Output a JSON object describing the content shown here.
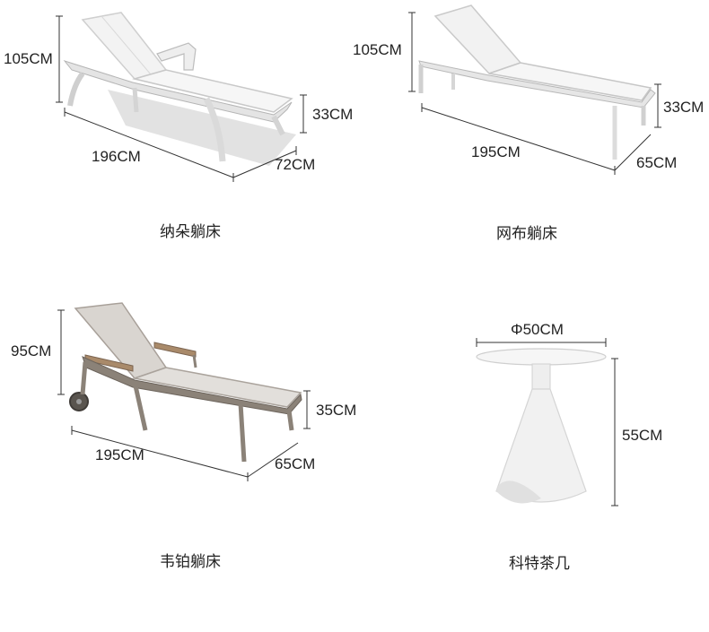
{
  "products": [
    {
      "name": "纳朵躺床",
      "dims": {
        "height": "105CM",
        "length": "196CM",
        "width": "72CM",
        "seat": "33CM"
      }
    },
    {
      "name": "网布躺床",
      "dims": {
        "height": "105CM",
        "length": "195CM",
        "width": "65CM",
        "seat": "33CM"
      }
    },
    {
      "name": "韦铂躺床",
      "dims": {
        "height": "95CM",
        "length": "195CM",
        "width": "65CM",
        "seat": "35CM"
      }
    },
    {
      "name": "科特茶几",
      "dims": {
        "diameter": "Φ50CM",
        "height": "55CM"
      }
    }
  ],
  "colors": {
    "frame_white": "#e9e9e9",
    "fabric_white": "#f4f4f4",
    "frame_taupe": "#8b8278",
    "fabric_taupe": "#d8d4cf",
    "wood_arm": "#a98a6a",
    "dimension_line": "#333333"
  }
}
